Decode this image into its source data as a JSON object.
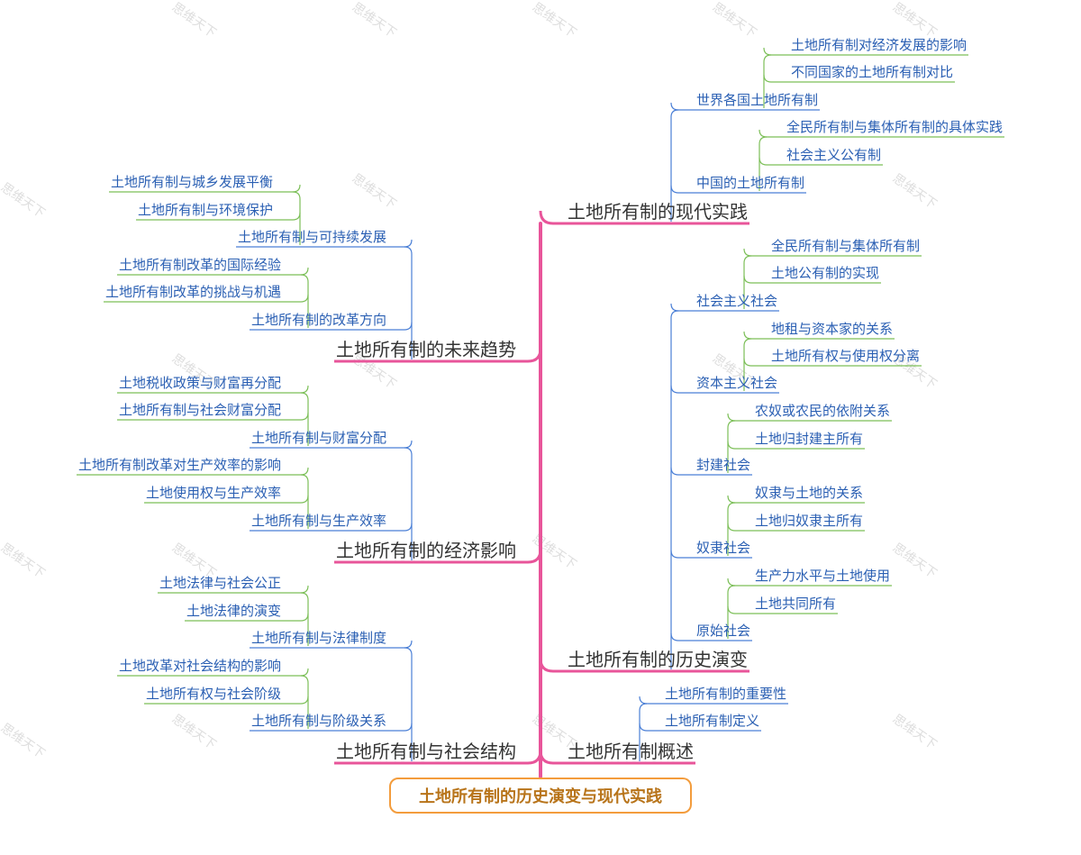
{
  "title": "土地所有制的历史演变与现代实践",
  "colors": {
    "main": "#e8559a",
    "sub": "#4a7fd6",
    "leaf": "#7cbf58",
    "root_border": "#f39c3c",
    "root_text": "#b8741a",
    "watermark": "#c8c8c8"
  },
  "watermark": "思维天下",
  "branches": [
    {
      "id": "modern",
      "label": "土地所有制的现代实践",
      "children": [
        {
          "label": "世界各国土地所有制",
          "children": [
            "土地所有制对经济发展的影响",
            "不同国家的土地所有制对比"
          ]
        },
        {
          "label": "中国的土地所有制",
          "children": [
            "全民所有制与集体所有制的具体实践",
            "社会主义公有制"
          ]
        }
      ]
    },
    {
      "id": "history",
      "label": "土地所有制的历史演变",
      "children": [
        {
          "label": "社会主义社会",
          "children": [
            "全民所有制与集体所有制",
            "土地公有制的实现"
          ]
        },
        {
          "label": "资本主义社会",
          "children": [
            "地租与资本家的关系",
            "土地所有权与使用权分离"
          ]
        },
        {
          "label": "封建社会",
          "children": [
            "农奴或农民的依附关系",
            "土地归封建主所有"
          ]
        },
        {
          "label": "奴隶社会",
          "children": [
            "奴隶与土地的关系",
            "土地归奴隶主所有"
          ]
        },
        {
          "label": "原始社会",
          "children": [
            "生产力水平与土地使用",
            "土地共同所有"
          ]
        }
      ]
    },
    {
      "id": "overview",
      "label": "土地所有制概述",
      "children": [
        {
          "label": "土地所有制的重要性",
          "children": []
        },
        {
          "label": "土地所有制定义",
          "children": []
        }
      ]
    },
    {
      "id": "future",
      "label": "土地所有制的未来趋势",
      "children": [
        {
          "label": "土地所有制与可持续发展",
          "children": [
            "土地所有制与城乡发展平衡",
            "土地所有制与环境保护"
          ]
        },
        {
          "label": "土地所有制的改革方向",
          "children": [
            "土地所有制改革的国际经验",
            "土地所有制改革的挑战与机遇"
          ]
        }
      ]
    },
    {
      "id": "economy",
      "label": "土地所有制的经济影响",
      "children": [
        {
          "label": "土地所有制与财富分配",
          "children": [
            "土地税收政策与财富再分配",
            "土地所有制与社会财富分配"
          ]
        },
        {
          "label": "土地所有制与生产效率",
          "children": [
            "土地所有制改革对生产效率的影响",
            "土地使用权与生产效率"
          ]
        }
      ]
    },
    {
      "id": "society",
      "label": "土地所有制与社会结构",
      "children": [
        {
          "label": "土地所有制与法律制度",
          "children": [
            "土地法律与社会公正",
            "土地法律的演变"
          ]
        },
        {
          "label": "土地所有制与阶级关系",
          "children": [
            "土地改革对社会结构的影响",
            "土地所有权与社会阶级"
          ]
        }
      ]
    }
  ]
}
